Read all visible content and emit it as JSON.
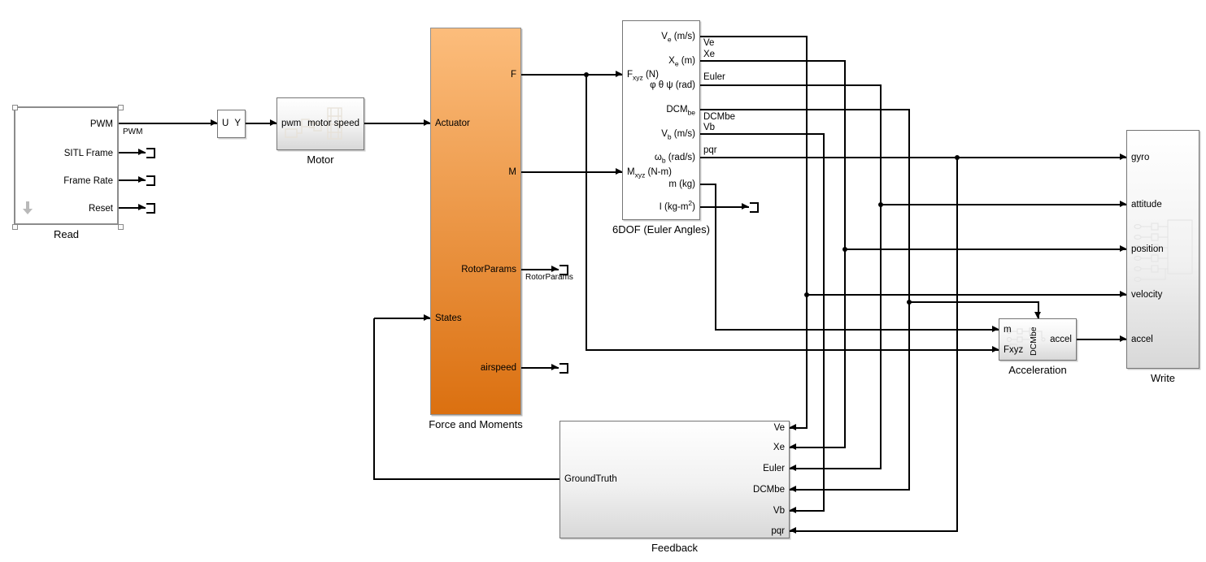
{
  "diagram_type": "simulink-model",
  "colors": {
    "background": "#ffffff",
    "wire": "#000000",
    "block_fill": "#ffffff",
    "block_border": "#757575",
    "gradient_top": "#ffffff",
    "gradient_bottom": "#d8d8d8",
    "orange_top": "#fcbd7c",
    "orange_bottom": "#db7010",
    "selection_border": "#8c8c8c"
  },
  "blocks": [
    {
      "id": "read",
      "label": "Read",
      "selected": true,
      "icon": "down-arrow-icon",
      "ports": {
        "right": [
          "PWM",
          "SITL Frame",
          "Frame Rate",
          "Reset"
        ]
      }
    },
    {
      "id": "selector",
      "label": "",
      "ports": {
        "left": [
          "U"
        ],
        "right": [
          "Y"
        ]
      }
    },
    {
      "id": "motor",
      "label": "Motor",
      "ports": {
        "left": [
          "pwm"
        ],
        "right": [
          "motor speed"
        ]
      }
    },
    {
      "id": "force_moments",
      "label": "Force and Moments",
      "ports": {
        "left": [
          "Actuator",
          "States"
        ],
        "right": [
          "F",
          "M",
          "RotorParams",
          "airspeed"
        ]
      }
    },
    {
      "id": "sixdof",
      "label": "6DOF (Euler Angles)",
      "ports": {
        "left": [
          "F~xyz~ (N)",
          "M~xyz~ (N-m)"
        ],
        "right": [
          "V~e~ (m/s)",
          "X~e~ (m)",
          "φ θ ψ (rad)",
          "DCM~be~",
          "V~b~ (m/s)",
          "ω~b~ (rad/s)",
          "m (kg)",
          "I (kg-m^2^)"
        ]
      }
    },
    {
      "id": "acceleration",
      "label": "Acceleration",
      "ports": {
        "left": [
          "m",
          "Fxyz"
        ],
        "top": [
          "DCMbe"
        ],
        "right": [
          "accel"
        ]
      }
    },
    {
      "id": "write",
      "label": "Write",
      "ports": {
        "left": [
          "gyro",
          "attitude",
          "position",
          "velocity",
          "accel"
        ]
      }
    },
    {
      "id": "feedback",
      "label": "Feedback",
      "ports": {
        "left": [
          "GroundTruth"
        ],
        "right": [
          "Ve",
          "Xe",
          "Euler",
          "DCMbe",
          "Vb",
          "pqr"
        ]
      }
    }
  ],
  "signal_labels": [
    {
      "id": "pwm",
      "text": "PWM"
    },
    {
      "id": "ve",
      "text": "Ve"
    },
    {
      "id": "xe",
      "text": "Xe"
    },
    {
      "id": "euler",
      "text": "Euler"
    },
    {
      "id": "dcmbe",
      "text": "DCMbe"
    },
    {
      "id": "vb",
      "text": "Vb"
    },
    {
      "id": "pqr",
      "text": "pqr"
    },
    {
      "id": "rotorparams",
      "text": "RotorParams"
    }
  ]
}
